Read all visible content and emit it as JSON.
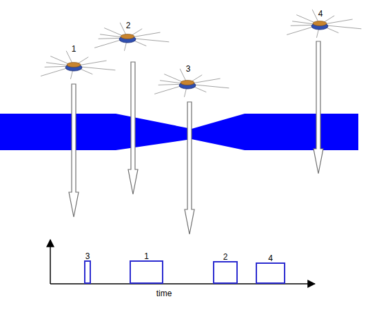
{
  "diagram": {
    "nodes": [
      {
        "text": [
          "3"
        ]
      },
      {
        "text": [
          "1"
        ]
      },
      {
        "text": [
          "2"
        ]
      },
      {
        "text": [
          "4"
        ]
      }
    ],
    "labels": [
      "1",
      "2",
      "3",
      "4",
      "time"
    ]
  }
}
